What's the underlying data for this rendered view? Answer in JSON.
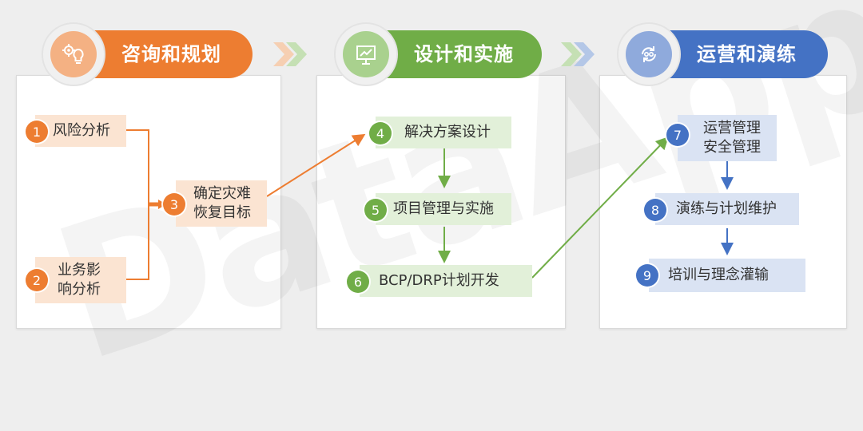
{
  "colors": {
    "orange": "#ed7d31",
    "green": "#70ad47",
    "blue": "#4472c4"
  },
  "watermark": "DataApp",
  "phases": [
    {
      "title": "咨询和规划",
      "icon": "lightbulb-gear-icon",
      "color": "#ed7d31"
    },
    {
      "title": "设计和实施",
      "icon": "presentation-chart-icon",
      "color": "#70ad47"
    },
    {
      "title": "运营和演练",
      "icon": "cycle-arrows-icon",
      "color": "#4472c4"
    }
  ],
  "steps": {
    "s1": {
      "num": "1",
      "label": "风险分析"
    },
    "s2": {
      "num": "2",
      "line1": "业务影",
      "line2": "响分析"
    },
    "s3": {
      "num": "3",
      "line1": "确定灾难",
      "line2": "恢复目标"
    },
    "s4": {
      "num": "4",
      "label": "解决方案设计"
    },
    "s5": {
      "num": "5",
      "label": "项目管理与实施"
    },
    "s6": {
      "num": "6",
      "label": "BCP/DRP计划开发"
    },
    "s7": {
      "num": "7",
      "line1": "运营管理",
      "line2": "安全管理"
    },
    "s8": {
      "num": "8",
      "label": "演练与计划维护"
    },
    "s9": {
      "num": "9",
      "label": "培训与理念灌输"
    }
  }
}
